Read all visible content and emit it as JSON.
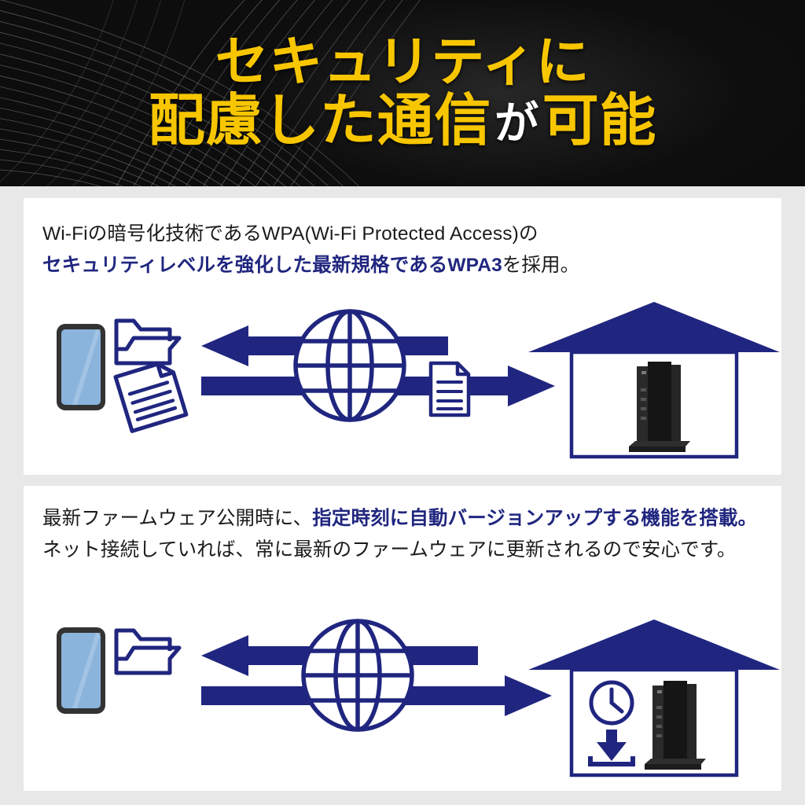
{
  "header": {
    "line1": "セキュリティに",
    "line2_part1": "配慮した通信",
    "line2_highlight": "が",
    "line2_part2": "可能",
    "yellow": "#F7C600",
    "white": "#FFFFFF",
    "background": "#0D0D0D"
  },
  "colors": {
    "navy": "#20267F",
    "page_bg": "#E8E8E8",
    "card_bg": "#FFFFFF",
    "body_text": "#1B1B1B",
    "phone_frame": "#333333",
    "phone_screen": "#8AB4DC",
    "router_body": "#1A1A1A"
  },
  "cards": [
    {
      "id": "wpa3-card",
      "text_line1_plain": "Wi-Fiの暗号化技術であるWPA(Wi-Fi Protected Access)の",
      "text_line2_blue": "セキュリティレベルを強化した最新規格であるWPA3",
      "text_line2_plain": "を採用。",
      "diagram": {
        "name": "wpa3-encryption-diagram",
        "nodes": [
          "smartphone",
          "folder",
          "document",
          "arrow-left",
          "globe",
          "arrow-right",
          "document-2",
          "house",
          "router"
        ]
      }
    },
    {
      "id": "firmware-card",
      "text_seg1_plain": "最新ファームウェア公開時に、",
      "text_seg2_blue": "指定時刻に自動バージョンアップする機能を搭載。",
      "text_seg3_plain": "ネット接続していれば、常に最新のファームウェアに更新されるので安心です。",
      "diagram": {
        "name": "firmware-update-diagram",
        "nodes": [
          "smartphone",
          "folder",
          "arrow-left",
          "globe",
          "arrow-right",
          "house",
          "clock",
          "download-arrow",
          "router"
        ]
      }
    }
  ]
}
